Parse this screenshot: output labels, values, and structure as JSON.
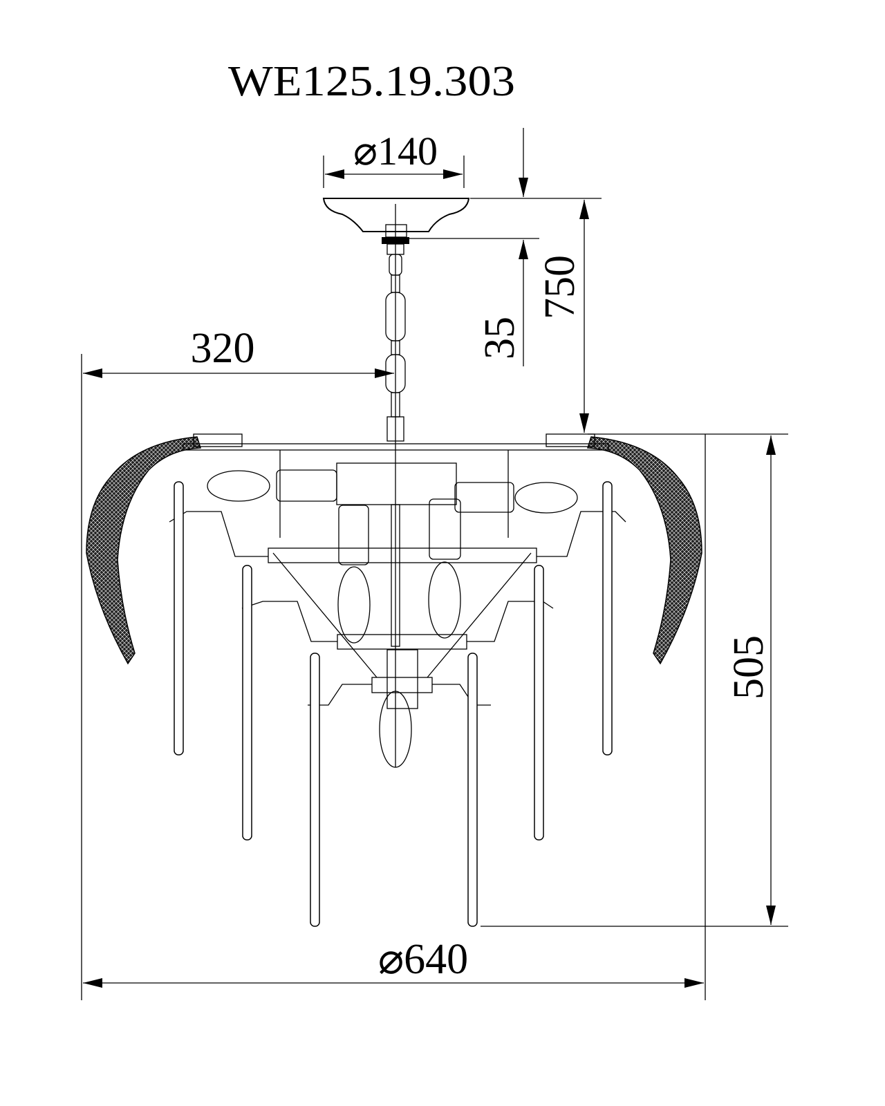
{
  "drawing": {
    "model_code": "WE125.19.303",
    "dimensions": {
      "canopy_diameter": "⌀140",
      "total_height": "750",
      "canopy_height": "35",
      "radius": "320",
      "body_height": "505",
      "overall_diameter": "⌀640"
    },
    "line_color": "#000000",
    "background_color": "#ffffff"
  }
}
